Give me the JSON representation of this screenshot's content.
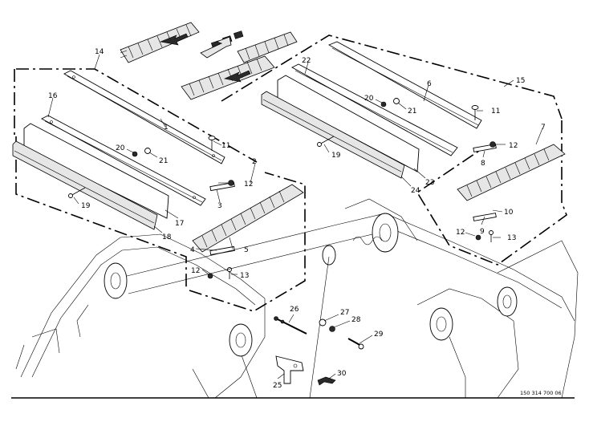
{
  "drawing_code": "150 314 700 06",
  "callouts": {
    "c1": "1",
    "c2": "2",
    "c3": "3",
    "c4": "4",
    "c5": "5",
    "c6": "6",
    "c7": "7",
    "c8": "8",
    "c9": "9",
    "c10": "10",
    "c11a": "11",
    "c11b": "11",
    "c12a": "12",
    "c12b": "12",
    "c12c": "12",
    "c12d": "12",
    "c13a": "13",
    "c13b": "13",
    "c14": "14",
    "c15": "15",
    "c16": "16",
    "c17": "17",
    "c18": "18",
    "c19a": "19",
    "c19b": "19",
    "c20a": "20",
    "c20b": "20",
    "c21a": "21",
    "c21b": "21",
    "c22": "22",
    "c23": "23",
    "c24": "24",
    "c25": "25",
    "c26": "26",
    "c27": "27",
    "c28": "28",
    "c29": "29",
    "c30": "30"
  }
}
